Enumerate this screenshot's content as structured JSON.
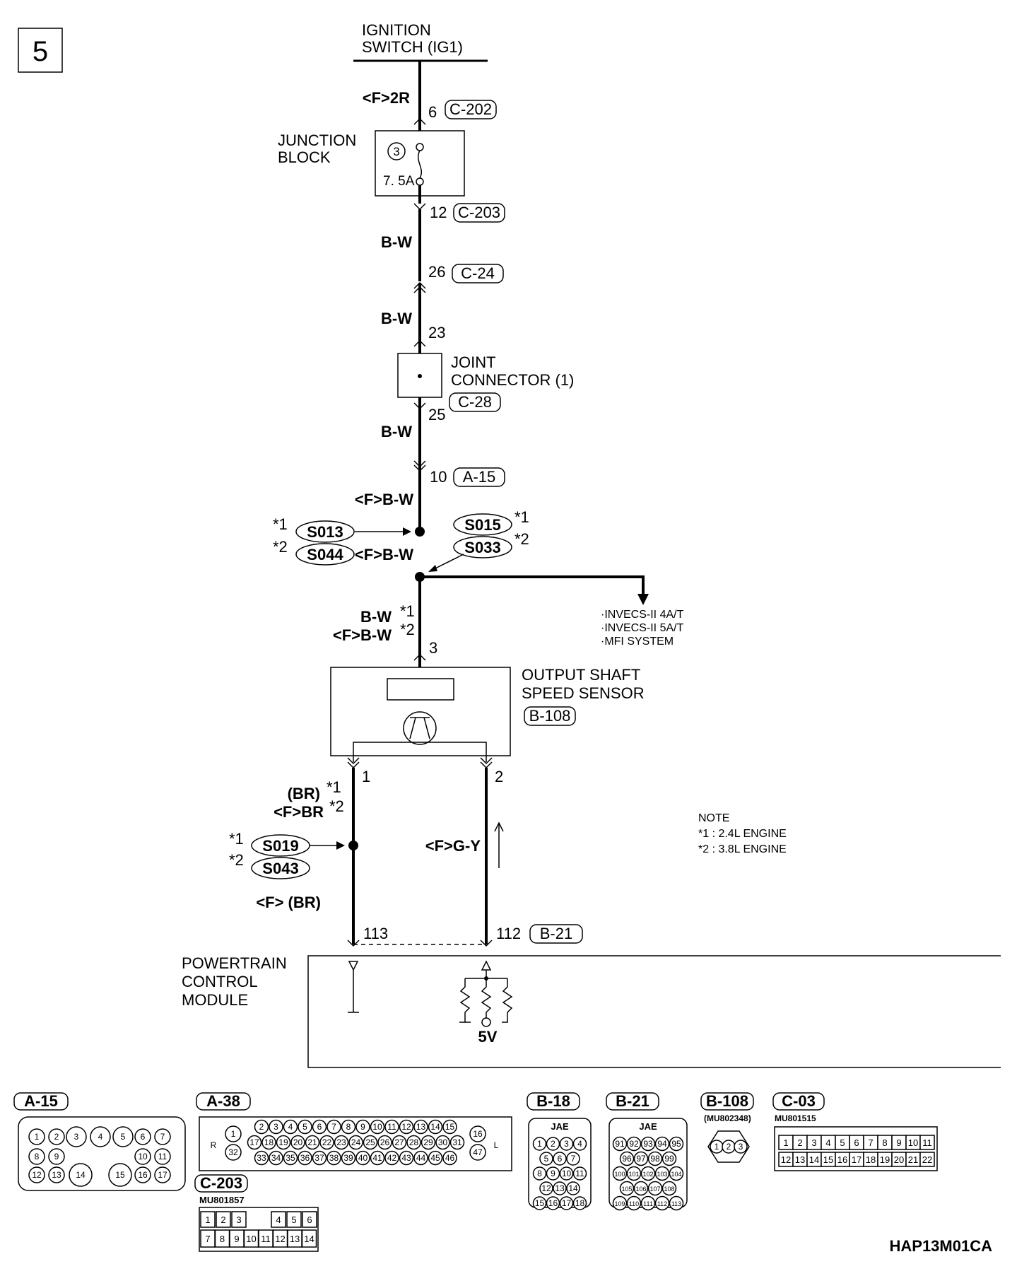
{
  "page_number": "5",
  "ignition": {
    "line1": "IGNITION",
    "line2": "SWITCH (IG1)"
  },
  "wire_f2r": "<F>2R",
  "c202": {
    "pin": "6",
    "name": "C-202"
  },
  "junction_block": {
    "line1": "JUNCTION",
    "line2": "BLOCK",
    "fuse_no": "3",
    "fuse_rating": "7. 5A"
  },
  "c203_top": {
    "pin": "12",
    "name": "C-203"
  },
  "wire_bw": "B-W",
  "c24": {
    "pin": "26",
    "name": "C-24"
  },
  "joint_connector": {
    "pin_in": "23",
    "pin_out": "25",
    "line1": "JOINT",
    "line2": "CONNECTOR (1)",
    "name": "C-28"
  },
  "a15_top": {
    "pin": "10",
    "name": "A-15"
  },
  "wire_fbw": "<F>B-W",
  "splice_s013": "S013",
  "splice_s044": "S044",
  "splice_s015": "S015",
  "splice_s033": "S033",
  "star1": "*1",
  "star2": "*2",
  "systems": {
    "line1": "·INVECS-II 4A/T",
    "line2": "·INVECS-II 5A/T",
    "line3": "·MFI SYSTEM"
  },
  "sensor_wire": {
    "line1": "B-W",
    "line2": "<F>B-W",
    "pin": "3"
  },
  "sensor": {
    "line1": "OUTPUT SHAFT",
    "line2": "SPEED SENSOR",
    "name": "B-108",
    "pin1": "1",
    "pin2": "2"
  },
  "wire_br": {
    "line1": "(BR)",
    "line2": "<F>BR",
    "line3": "<F> (BR)"
  },
  "splice_s019": "S019",
  "splice_s043": "S043",
  "wire_fgy": "<F>G-Y",
  "note": {
    "title": "NOTE",
    "line1": "*1 : 2.4L ENGINE",
    "line2": "*2 : 3.8L ENGINE"
  },
  "pcm_pins": {
    "left": "113",
    "right": "112",
    "name": "B-21"
  },
  "pcm": {
    "line1": "POWERTRAIN",
    "line2": "CONTROL",
    "line3": "MODULE",
    "voltage": "5V"
  },
  "connectors": {
    "a15": {
      "name": "A-15",
      "row1": [
        "1",
        "2",
        "3",
        "4",
        "5",
        "6",
        "7"
      ],
      "row2": [
        "8",
        "9",
        "10",
        "11"
      ],
      "row3": [
        "12",
        "13",
        "14",
        "15",
        "16",
        "17"
      ]
    },
    "a38": {
      "name": "A-38",
      "row1": [
        "2",
        "3",
        "4",
        "5",
        "6",
        "7",
        "8",
        "9",
        "10",
        "11",
        "12",
        "13",
        "14",
        "15"
      ],
      "row2": [
        "17",
        "18",
        "19",
        "20",
        "21",
        "22",
        "23",
        "24",
        "25",
        "26",
        "27",
        "28",
        "29",
        "30",
        "31"
      ],
      "row3": [
        "33",
        "34",
        "35",
        "36",
        "37",
        "38",
        "39",
        "40",
        "41",
        "42",
        "43",
        "44",
        "45",
        "46"
      ],
      "side_left": [
        "1",
        "32"
      ],
      "side_right": [
        "16",
        "47"
      ],
      "tag_r": "R",
      "tag_l": "L"
    },
    "c203": {
      "name": "C-203",
      "part": "MU801857",
      "row1": [
        "1",
        "2",
        "3",
        "4",
        "5",
        "6"
      ],
      "row2": [
        "7",
        "8",
        "9",
        "10",
        "11",
        "12",
        "13",
        "14"
      ]
    },
    "b18": {
      "name": "B-18",
      "maker": "JAE",
      "rows": [
        [
          "1",
          "2",
          "3",
          "4"
        ],
        [
          "5",
          "6",
          "7"
        ],
        [
          "8",
          "9",
          "10",
          "11"
        ],
        [
          "12",
          "13",
          "14"
        ],
        [
          "15",
          "16",
          "17",
          "18"
        ]
      ]
    },
    "b21": {
      "name": "B-21",
      "maker": "JAE",
      "rows": [
        [
          "91",
          "92",
          "93",
          "94",
          "95"
        ],
        [
          "96",
          "97",
          "98",
          "99"
        ],
        [
          "100",
          "101",
          "102",
          "103",
          "104"
        ],
        [
          "105",
          "106",
          "107",
          "108"
        ],
        [
          "109",
          "110",
          "111",
          "112",
          "113"
        ]
      ]
    },
    "b108": {
      "name": "B-108",
      "part": "(MU802348)",
      "pins": [
        "1",
        "2",
        "3"
      ]
    },
    "c03": {
      "name": "C-03",
      "part": "MU801515",
      "row1": [
        "1",
        "2",
        "3",
        "4",
        "5",
        "6",
        "7",
        "8",
        "9",
        "10",
        "11"
      ],
      "row2": [
        "12",
        "13",
        "14",
        "15",
        "16",
        "17",
        "18",
        "19",
        "20",
        "21",
        "22"
      ]
    }
  },
  "figure_code": "HAP13M01CA"
}
